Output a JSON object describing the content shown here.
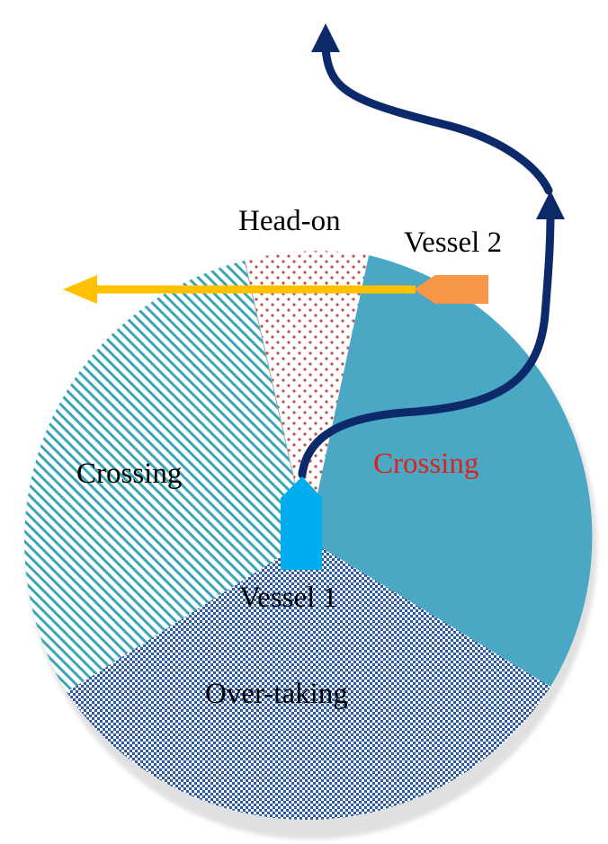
{
  "labels": {
    "head_on": "Head-on",
    "vessel2": "Vessel 2",
    "crossing_left": "Crossing",
    "crossing_right": "Crossing",
    "vessel1": "Vessel 1",
    "overtaking": "Over-taking"
  },
  "colors": {
    "crossing_right_fill": "#4aa8c4",
    "crossing_right_label": "#e0201c",
    "crossing_left_hatch": "#3aa6b4",
    "head_on_dots": "#c0504d",
    "overtaking_check": "#2a5aa2",
    "vessel1": "#00aeef",
    "vessel2": "#f79646",
    "vessel2_path": "#ffc000",
    "vessel1_path": "#0c2a6a",
    "text": "#000000"
  },
  "sectors": [
    {
      "name": "head-on-sector",
      "pattern": "dots"
    },
    {
      "name": "crossing-right-sector",
      "pattern": "solid"
    },
    {
      "name": "overtaking-sector",
      "pattern": "checker"
    },
    {
      "name": "crossing-left-sector",
      "pattern": "diagonal-hatch"
    }
  ]
}
